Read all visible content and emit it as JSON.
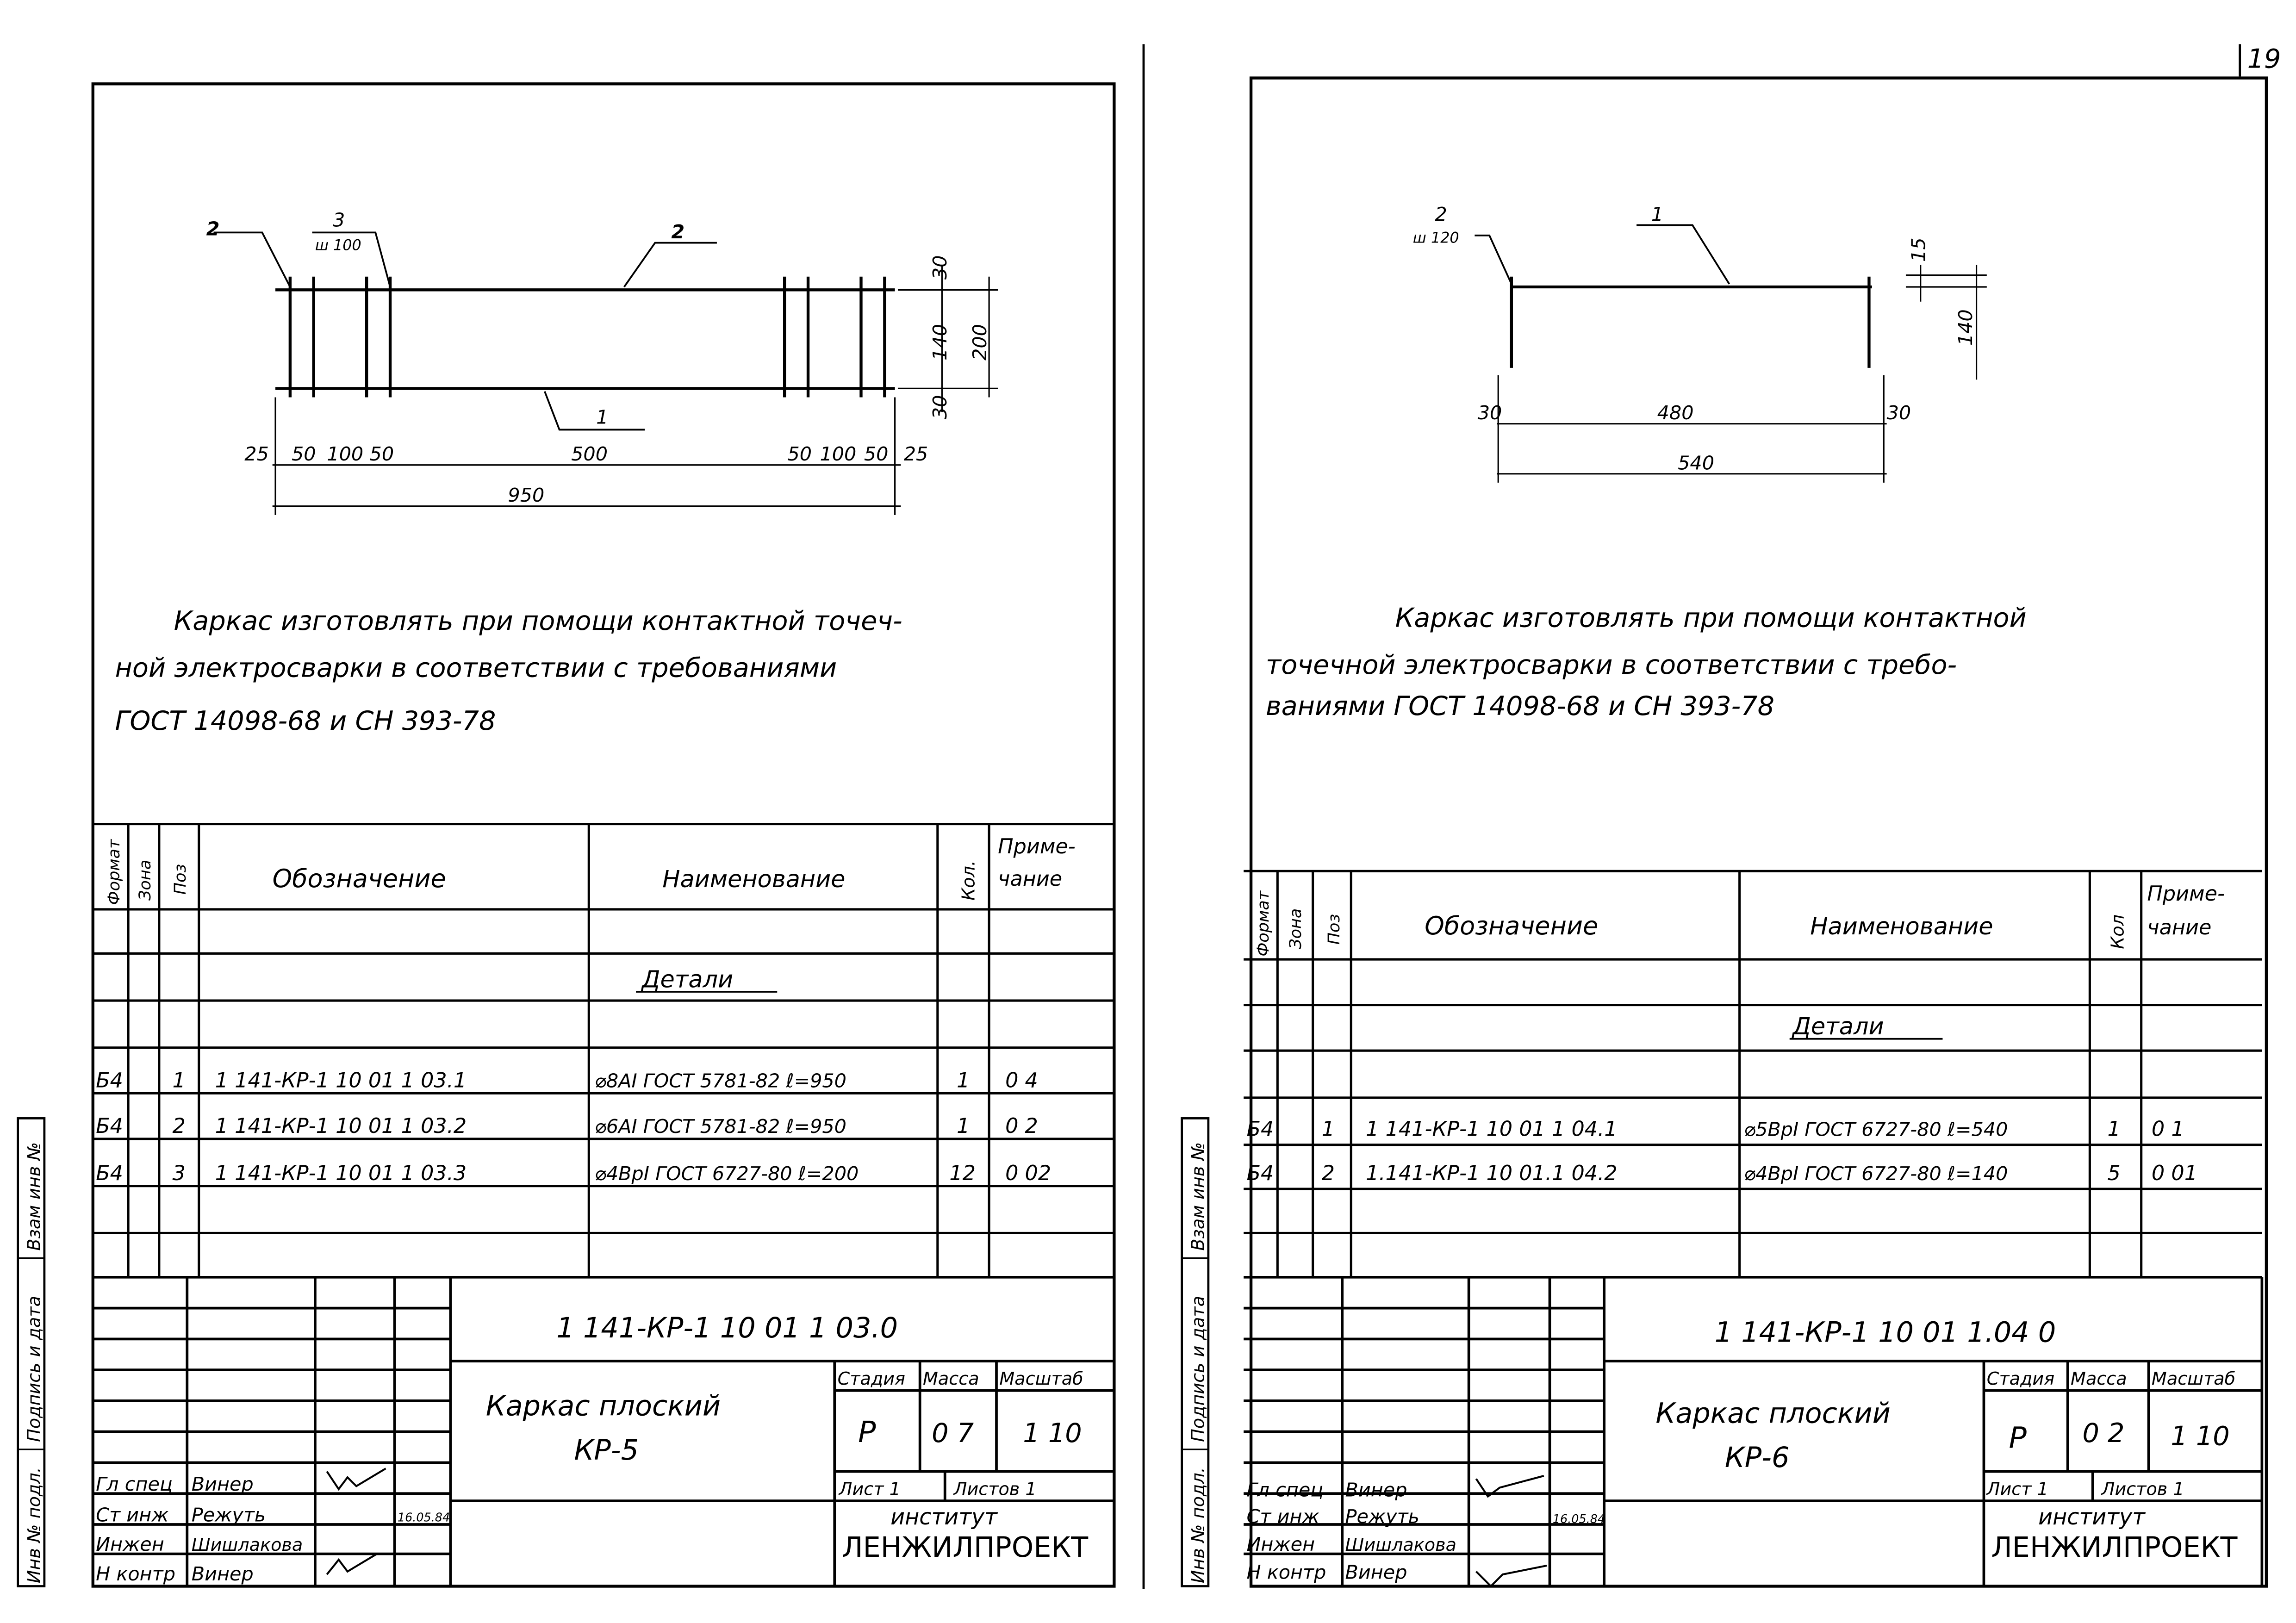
{
  "page_number": "19",
  "sheets": [
    {
      "drawing": {
        "callouts": [
          "2",
          "3",
          "ш 100",
          "2",
          "1"
        ],
        "dims_bottom": [
          "25",
          "50",
          "100",
          "50",
          "500",
          "50",
          "100",
          "50",
          "25"
        ],
        "dim_total": "950",
        "dims_right": [
          "30",
          "140",
          "30",
          "200"
        ]
      },
      "note": [
        "Каркас изготовлять при помощи контактной точеч-",
        "ной электросварки в соответствии с требованиями",
        "ГОСТ 14098-68 и СН 393-78"
      ],
      "spec": {
        "headers": [
          "Формат",
          "Зона",
          "Поз",
          "Обозначение",
          "Наименование",
          "Кол.",
          "Приме-",
          "чание"
        ],
        "section": "Детали",
        "rows": [
          {
            "format": "Б4",
            "pos": "1",
            "designation": "1 141-КР-1 10 01 1 03.1",
            "name": "⌀8АI ГОСТ 5781-82 ℓ=950",
            "qty": "1",
            "note": "0 4"
          },
          {
            "format": "Б4",
            "pos": "2",
            "designation": "1 141-КР-1 10 01 1 03.2",
            "name": "⌀6АI ГОСТ 5781-82 ℓ=950",
            "qty": "1",
            "note": "0 2"
          },
          {
            "format": "Б4",
            "pos": "3",
            "designation": "1 141-КР-1 10 01 1 03.3",
            "name": "⌀4ВрI ГОСТ 6727-80 ℓ=200",
            "qty": "12",
            "note": "0 02"
          }
        ]
      },
      "title_block": {
        "code": "1 141-КР-1 10 01 1 03.0",
        "name": "Каркас плоский",
        "mark": "КР-5",
        "stage_label": "Стадия",
        "mass_label": "Масса",
        "scale_label": "Масштаб",
        "stage": "Р",
        "mass": "0 7",
        "scale": "1 10",
        "sheet_label": "Лист 1",
        "sheets_label": "Листов 1",
        "institute_1": "институт",
        "institute_2": "ЛЕНЖИЛПРОЕКТ",
        "people": [
          {
            "role": "Гл спец",
            "name": "Винер",
            "date": ""
          },
          {
            "role": "Ст инж",
            "name": "Режуть",
            "date": "16.05.84"
          },
          {
            "role": "Инжен",
            "name": "Шишлакова",
            "date": ""
          },
          {
            "role": "Н контр",
            "name": "Винер",
            "date": ""
          }
        ]
      },
      "side_stamps": [
        "Инв № подл.",
        "Подпись и дата",
        "Взам инв №"
      ]
    },
    {
      "drawing": {
        "callouts": [
          "2",
          "ш 120",
          "1"
        ],
        "dims_bottom": [
          "30",
          "480",
          "30"
        ],
        "dim_total": "540",
        "dims_right": [
          "15",
          "140"
        ]
      },
      "note": [
        "Каркас изготовлять при помощи контактной",
        "точечной электросварки в соответствии с требо-",
        "ваниями ГОСТ 14098-68 и СН 393-78"
      ],
      "spec": {
        "headers": [
          "Формат",
          "Зона",
          "Поз",
          "Обозначение",
          "Наименование",
          "Кол",
          "Приме-",
          "чание"
        ],
        "section": "Детали",
        "rows": [
          {
            "format": "Б4",
            "pos": "1",
            "designation": "1 141-КР-1 10 01 1 04.1",
            "name": "⌀5ВрI ГОСТ 6727-80 ℓ=540",
            "qty": "1",
            "note": "0 1"
          },
          {
            "format": "Б4",
            "pos": "2",
            "designation": "1.141-КР-1 10 01.1 04.2",
            "name": "⌀4ВрI ГОСТ 6727-80 ℓ=140",
            "qty": "5",
            "note": "0 01"
          }
        ]
      },
      "title_block": {
        "code": "1 141-КР-1 10 01 1.04 0",
        "name": "Каркас плоский",
        "mark": "КР-6",
        "stage_label": "Стадия",
        "mass_label": "Масса",
        "scale_label": "Масштаб",
        "stage": "Р",
        "mass": "0 2",
        "scale": "1 10",
        "sheet_label": "Лист 1",
        "sheets_label": "Листов 1",
        "institute_1": "институт",
        "institute_2": "ЛЕНЖИЛПРОЕКТ",
        "people": [
          {
            "role": "Гл спец",
            "name": "Винер",
            "date": ""
          },
          {
            "role": "Ст инж",
            "name": "Режуть",
            "date": "16.05.84"
          },
          {
            "role": "Инжен",
            "name": "Шишлакова",
            "date": ""
          },
          {
            "role": "Н контр",
            "name": "Винер",
            "date": ""
          }
        ]
      },
      "side_stamps": [
        "Инв № подл.",
        "Подпись и дата",
        "Взам инв №"
      ]
    }
  ]
}
